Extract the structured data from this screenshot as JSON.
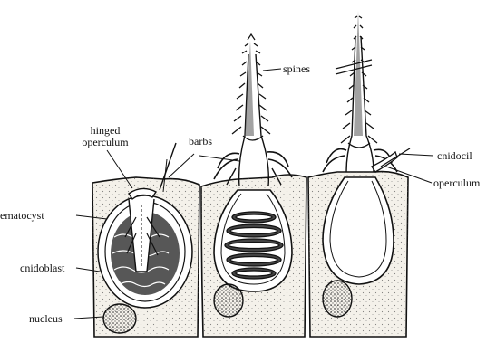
{
  "labels": {
    "hinged_operculum": [
      "hinged",
      "operculum"
    ],
    "barbs": "barbs",
    "spines": "spines",
    "cnidocil": "cnidocil",
    "operculum": "operculum",
    "nematocyst": "ematocyst",
    "cnidoblast": "cnidoblast",
    "nucleus": "nucleus"
  },
  "colors": {
    "ink": "#111111",
    "paper": "#ffffff",
    "cell_fill": "#f4f1ea",
    "stipple": "#555555"
  }
}
